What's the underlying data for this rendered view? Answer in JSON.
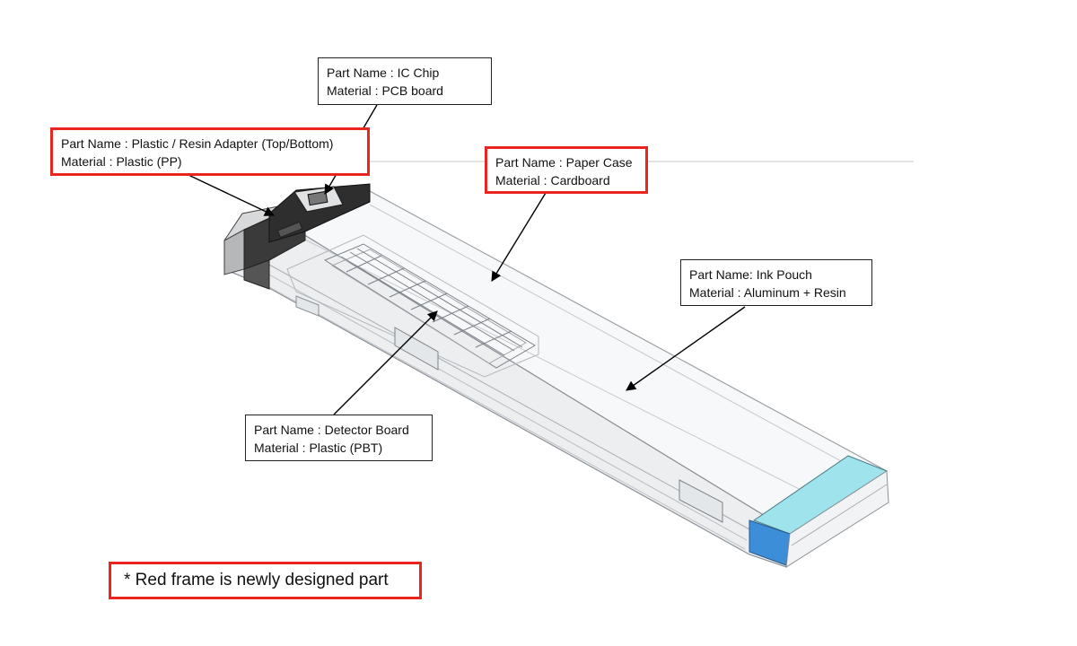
{
  "labels": {
    "ic_chip": {
      "name": "Part Name : IC Chip",
      "material": "Material : PCB board",
      "new_design": false
    },
    "adapter": {
      "name": "Part Name : Plastic / Resin Adapter (Top/Bottom)",
      "material": "Material : Plastic (PP)",
      "new_design": true
    },
    "paper_case": {
      "name": "Part Name : Paper Case",
      "material": "Material : Cardboard",
      "new_design": true
    },
    "ink_pouch": {
      "name": "Part Name: Ink Pouch",
      "material": "Material : Aluminum + Resin",
      "new_design": false
    },
    "detector_board": {
      "name": "Part Name : Detector Board",
      "material": "Material : Plastic (PBT)",
      "new_design": false
    }
  },
  "note": "* Red frame is newly designed part",
  "colors": {
    "new_design_frame": "#e8251e",
    "ink_end_cap": "#9fe3ec",
    "adapter_dark": "#3a3a3a"
  }
}
